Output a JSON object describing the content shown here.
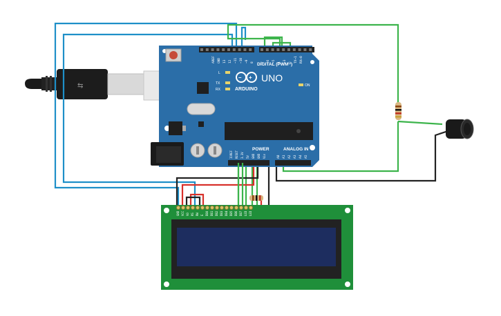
{
  "arduino": {
    "brand": "ARDUINO",
    "model": "UNO",
    "digital_label": "DIGITAL (PWM~)",
    "power_label": "POWER",
    "analog_label": "ANALOG IN",
    "led_l": "L",
    "led_tx": "TX",
    "led_rx": "RX",
    "led_on": "ON",
    "header_top": [
      "AREF",
      "GND",
      "13",
      "12",
      "~11",
      "~10",
      "~9",
      "8",
      "7",
      "~6",
      "~5",
      "4",
      "~3",
      "2",
      "TX→1",
      "RX←0"
    ],
    "header_power": [
      "IOREF",
      "RESET",
      "3.3V",
      "5V",
      "GND",
      "GND",
      "Vin"
    ],
    "header_analog": [
      "A0",
      "A1",
      "A2",
      "A3",
      "A4",
      "A5"
    ]
  },
  "lcd": {
    "pin_labels": [
      "GND",
      "VCC",
      "V0",
      "RS",
      "RW",
      "E",
      "DB0",
      "DB1",
      "DB2",
      "DB3",
      "DB4",
      "DB5",
      "DB6",
      "DB7",
      "LED",
      "LED"
    ],
    "screen_color": "#1d2d5f"
  },
  "colors": {
    "board": "#2b6ea8",
    "lcd_board": "#1f8f3a",
    "wire_blue": "#1e8fc8",
    "wire_green": "#3cb44b",
    "wire_red": "#d8302a",
    "wire_black": "#222222"
  },
  "icons": [
    "usb-cable-icon",
    "reset-button-icon",
    "dc-jack-icon",
    "piezo-buzzer-icon",
    "resistor-icon",
    "capacitor-icon"
  ]
}
